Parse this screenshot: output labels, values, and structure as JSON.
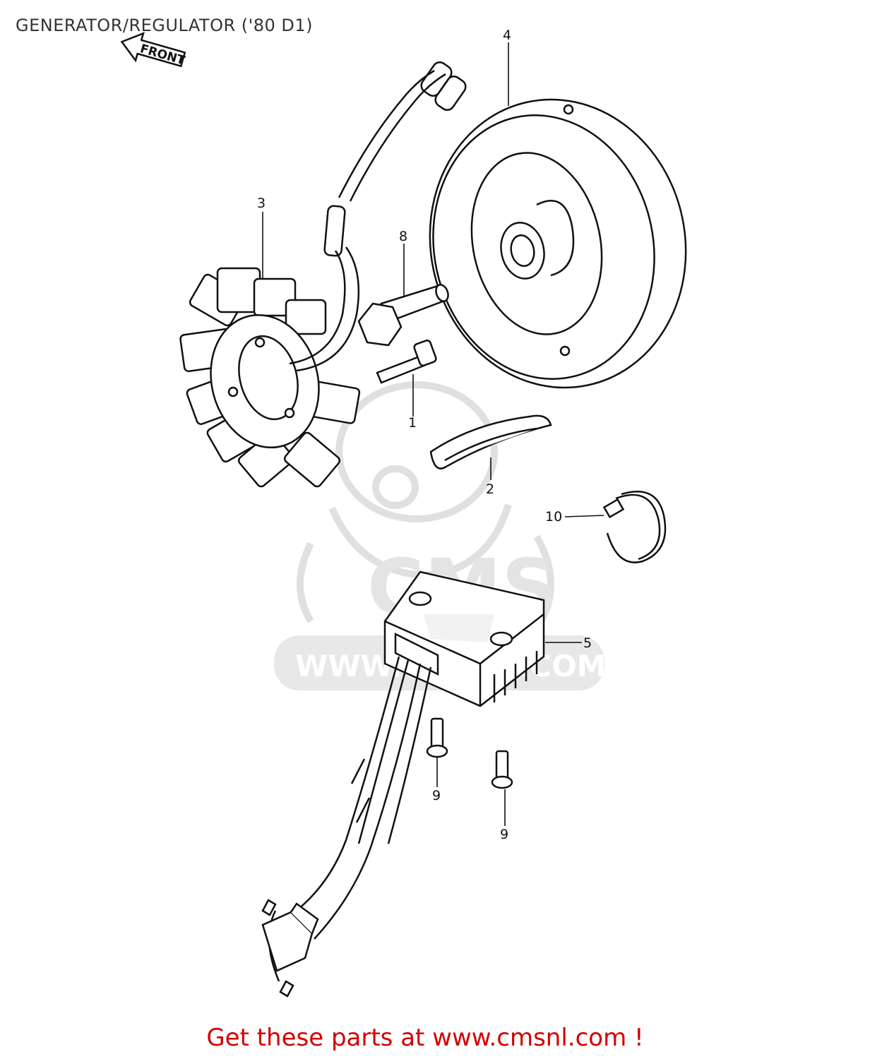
{
  "title": "GENERATOR/REGULATOR ('80 D1)",
  "front_label": "FRONT",
  "watermark": {
    "brand": "CMS",
    "url": "WWW.CMSNL.COM",
    "color": "#e2e2e2"
  },
  "callouts": {
    "p1": "1",
    "p2": "2",
    "p3": "3",
    "p4": "4",
    "p5": "5",
    "p8": "8",
    "p9a": "9",
    "p9b": "9",
    "p10": "10"
  },
  "promo": {
    "text": "Get these parts at www.cmsnl.com !",
    "color": "#d30000"
  },
  "line_color": "#111111"
}
